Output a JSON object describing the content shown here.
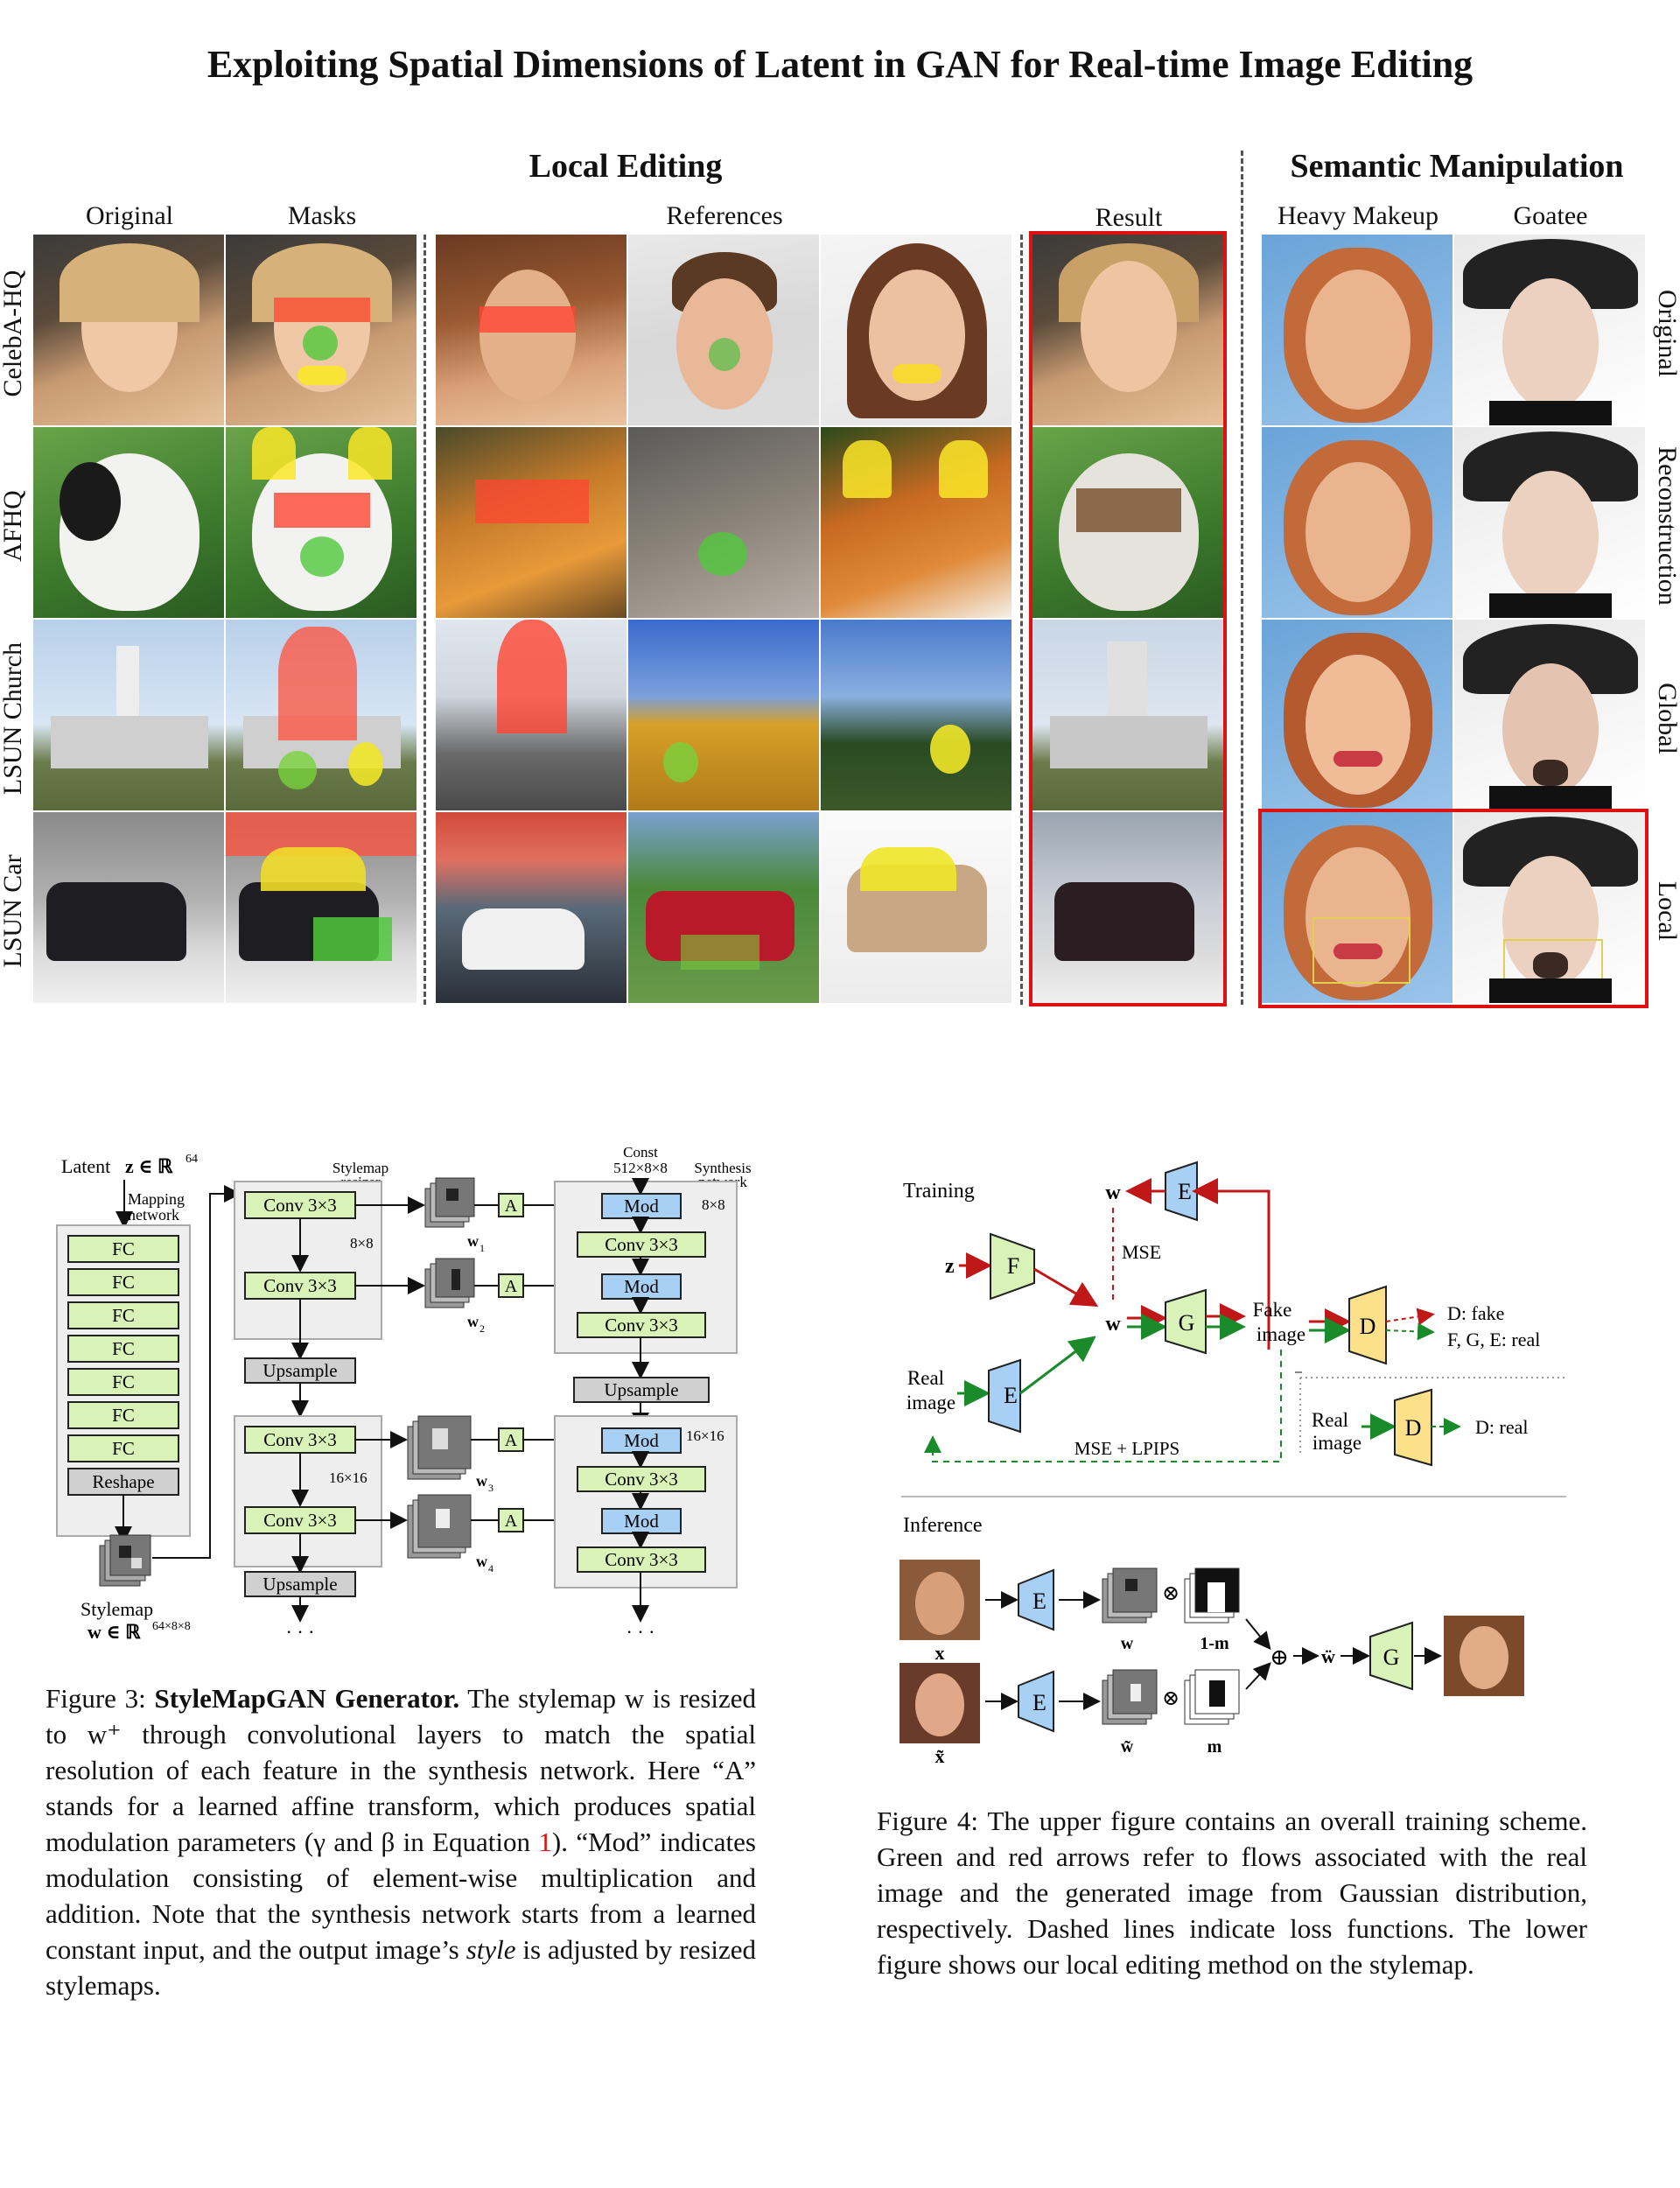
{
  "title": "Exploiting Spatial Dimensions of Latent in GAN for Real-time Image Editing",
  "figure1": {
    "local_editing_title": "Local Editing",
    "semantic_title": "Semantic Manipulation",
    "col_labels": {
      "original": "Original",
      "masks": "Masks",
      "references": "References",
      "result": "Result",
      "heavy_makeup": "Heavy Makeup",
      "goatee": "Goatee"
    },
    "row_labels": [
      "CelebA-HQ",
      "AFHQ",
      "LSUN Church",
      "LSUN Car"
    ],
    "right_labels": [
      "Original",
      "Reconstruction",
      "Global",
      "Local"
    ]
  },
  "figure3": {
    "latent_label": "Latent",
    "latent_symbol": "z ∈ ℝ",
    "latent_sup": "64",
    "mapping_label_1": "Mapping",
    "mapping_label_2": "network",
    "fc": [
      "FC",
      "FC",
      "FC",
      "FC",
      "FC",
      "FC",
      "FC"
    ],
    "reshape": "Reshape",
    "stylemap_label": "Stylemap",
    "stylemap_symbol": "w ∈ ℝ",
    "stylemap_sup": "64×8×8",
    "resizer_label_1": "Stylemap",
    "resizer_label_2": "resizer",
    "conv": "Conv 3×3",
    "upsample": "Upsample",
    "mod": "Mod",
    "a": "A",
    "res8": "8×8",
    "res16": "16×16",
    "const_1": "Const",
    "const_2": "512×8×8",
    "synth_1": "Synthesis",
    "synth_2": "network",
    "w_labels": [
      "w",
      "w",
      "w",
      "w"
    ],
    "w_subs": [
      "1",
      "2",
      "3",
      "4"
    ],
    "dots": "· · ·",
    "caption_bold": "StyleMapGAN Generator.",
    "caption_prefix": "Figure 3: ",
    "caption_a": " The stylemap w is resized to w⁺ through convolutional layers to match the spatial resolution of each feature in the synthesis network. Here “A” stands for a learned affine transform, which produces spatial modulation parameters (γ and β in Equation ",
    "caption_ref": "1",
    "caption_b": "). “Mod” indicates modulation consisting of element-wise multiplication and addition. Note that the synthesis network starts from a learned constant input, and the output image’s ",
    "caption_italic": "style",
    "caption_c": " is adjusted by resized stylemaps."
  },
  "figure4": {
    "training": "Training",
    "inference": "Inference",
    "z": "z",
    "F": "F",
    "E": "E",
    "G": "G",
    "D": "D",
    "w": "w",
    "mse": "MSE",
    "mse_lpips": "MSE + LPIPS",
    "real_image_1": "Real",
    "real_image_2": "image",
    "fake_image_1": "Fake",
    "fake_image_2": "image",
    "d_fake": "D: fake",
    "fge_real": "F, G, E: real",
    "d_real": "D: real",
    "x": "x",
    "x_tilde": "x̃",
    "w_tilde": "w̃",
    "w_ddot": "ẅ",
    "one_minus_m": "1-m",
    "m": "m",
    "otimes": "⊗",
    "oplus": "⊕",
    "caption": "Figure 4: The upper figure contains an overall training scheme. Green and red arrows refer to flows associated with the real image and the generated image from Gaussian distribution, respectively. Dashed lines indicate loss functions. The lower figure shows our local editing method on the stylemap."
  }
}
